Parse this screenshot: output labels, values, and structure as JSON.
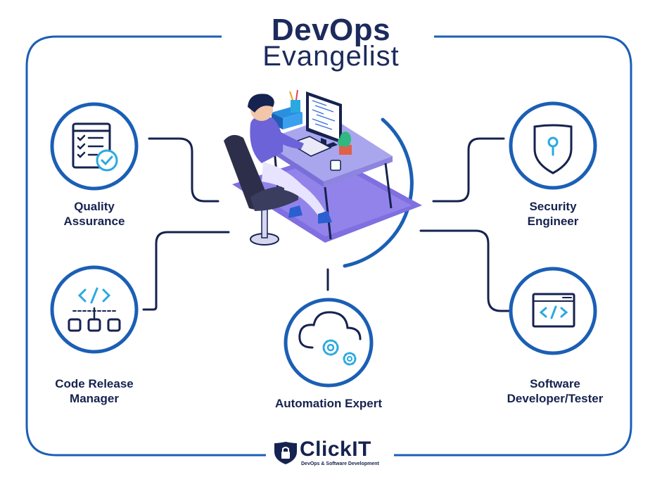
{
  "title": {
    "line1": "DevOps",
    "line2": "Evangelist"
  },
  "roles": {
    "quality_assurance": {
      "line1": "Quality",
      "line2": "Assurance",
      "icon": "checklist-icon"
    },
    "code_release_manager": {
      "line1": "Code Release",
      "line2": "Manager",
      "icon": "code-pipeline-icon"
    },
    "automation_expert": {
      "line1": "Automation Expert",
      "icon": "cloud-gears-icon"
    },
    "security_engineer": {
      "line1": "Security",
      "line2": "Engineer",
      "icon": "shield-lock-icon"
    },
    "software_developer": {
      "line1": "Software",
      "line2": "Developer/Tester",
      "icon": "code-window-icon"
    }
  },
  "brand": {
    "name": "ClickIT",
    "tagline": "DevOps & Software Development"
  },
  "colors": {
    "navy": "#16224f",
    "blue": "#1b5fb5",
    "cyan": "#2aa9e0",
    "purple": "#6c63d8"
  }
}
